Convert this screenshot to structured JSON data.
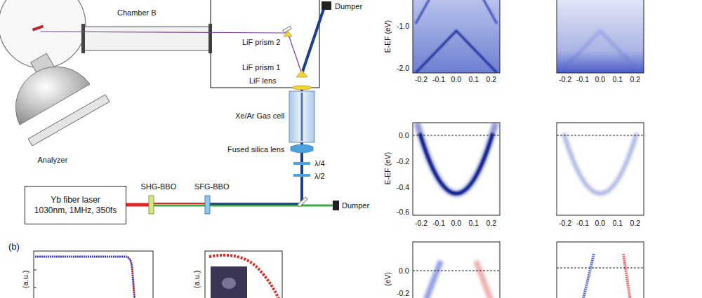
{
  "diagram": {
    "nodes": [
      {
        "text": [
          "Yb fiber laser",
          "1030nm, 1MHz, 350fs"
        ]
      }
    ],
    "labels": [
      "Chamber B",
      "Dumper",
      "LiF prism 2",
      "LiF prism 1",
      "LiF lens",
      "Xe/Ar Gas cell",
      "Fused silica lens",
      "λ/4",
      "λ/2",
      "SHG-BBO",
      "SFG-BBO",
      "Dumper",
      "Analyzer",
      "(b)",
      "(a.u.)",
      "(a.u.)",
      "E-EF (eV)",
      "-1.0",
      "-2.0",
      "-0.2",
      "-0.1",
      "0.0",
      "0.1",
      "0.2",
      "-0.2",
      "-0.1",
      "0.0",
      "0.1",
      "0.2",
      "E-EF (eV)",
      "0.0",
      "-0.2",
      "-0.4",
      "-0.6",
      "-0.2",
      "-0.1",
      "0.0",
      "0.1",
      "0.2",
      "-0.2",
      "-0.1",
      "0.0",
      "0.1",
      "0.2",
      "(eV)",
      "0.0",
      "-0.2"
    ]
  }
}
